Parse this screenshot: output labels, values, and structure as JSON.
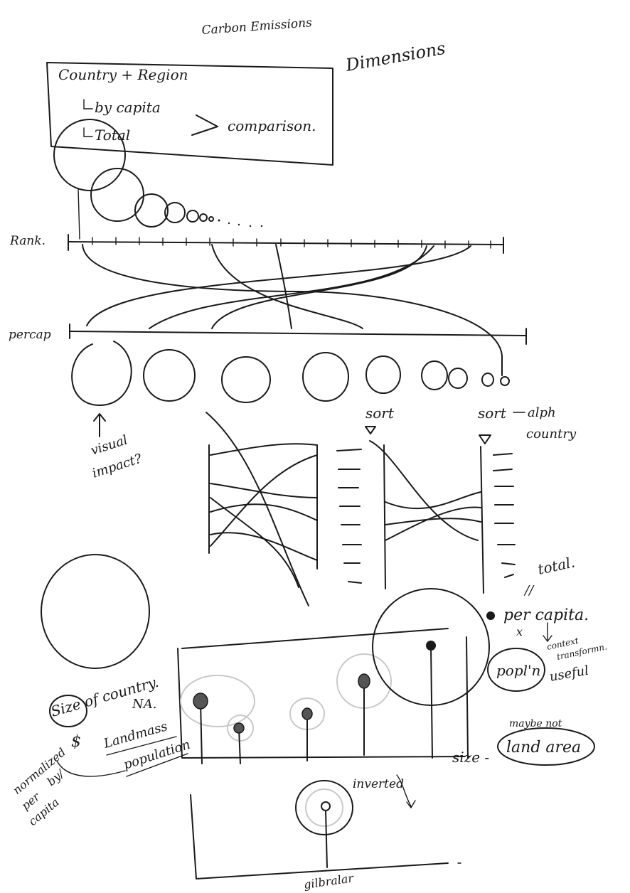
{
  "title": "Carbon Emissions",
  "dimensions_label": "Dimensions",
  "dimensions_box": {
    "line1": "Country + Region",
    "line2": "by capita",
    "line3": "Total",
    "line4": "comparison."
  },
  "axes": {
    "rank": "Rank.",
    "percap": "percap"
  },
  "annotations": {
    "visual_impact": [
      "visual",
      "impact?"
    ],
    "sort_left": "sort",
    "sort_right": "sort",
    "alph_country": [
      "alph",
      "country"
    ],
    "total": "total.",
    "equals": "//",
    "per_capita": "per capita.",
    "times": "x",
    "popl": "popl'n",
    "context_transform": [
      "context",
      "transformn."
    ],
    "useful": "useful",
    "maybe_not": "maybe not",
    "size_label": "size -",
    "land_area": "land area",
    "size_of_country": "Size of country.",
    "na": "NA.",
    "landmass": "Landmass",
    "population": "population",
    "normalized": [
      "normalized",
      "by/",
      "per",
      "capita"
    ],
    "dollar_sign": "$",
    "inverted": "inverted",
    "gibraltar": "gilbralar"
  }
}
